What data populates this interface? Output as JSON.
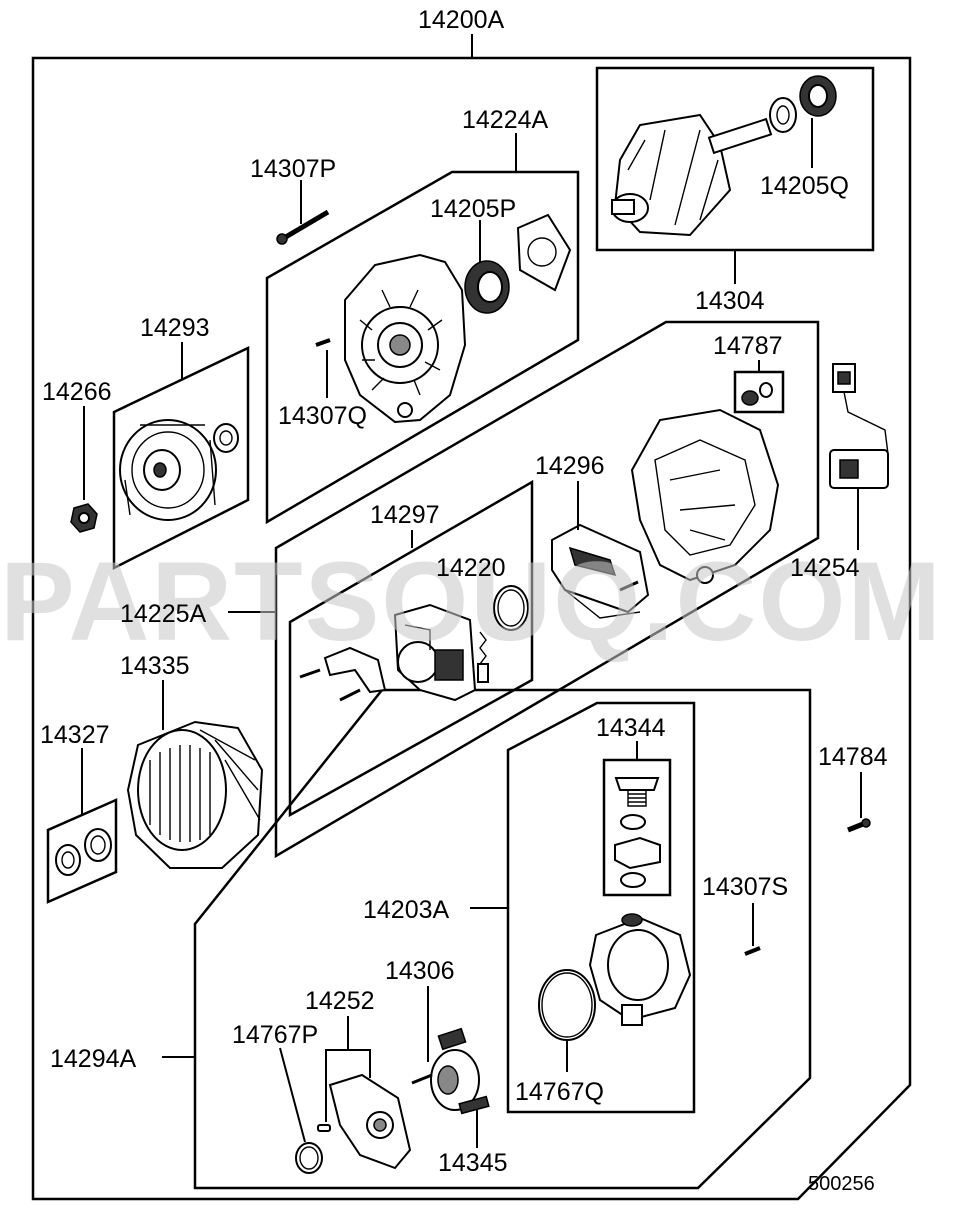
{
  "watermark": "PARTSOUQ.COM",
  "diagram_code": "500256",
  "labels": {
    "p14200A": "14200A",
    "p14224A": "14224A",
    "p14307P": "14307P",
    "p14205P": "14205P",
    "p14205Q": "14205Q",
    "p14304": "14304",
    "p14293": "14293",
    "p14266": "14266",
    "p14307Q": "14307Q",
    "p14787": "14787",
    "p14296": "14296",
    "p14297": "14297",
    "p14220": "14220",
    "p14254": "14254",
    "p14225A": "14225A",
    "p14335": "14335",
    "p14327": "14327",
    "p14344": "14344",
    "p14784": "14784",
    "p14307S": "14307S",
    "p14203A": "14203A",
    "p14306": "14306",
    "p14252": "14252",
    "p14767P": "14767P",
    "p14294A": "14294A",
    "p14767Q": "14767Q",
    "p14345": "14345"
  }
}
